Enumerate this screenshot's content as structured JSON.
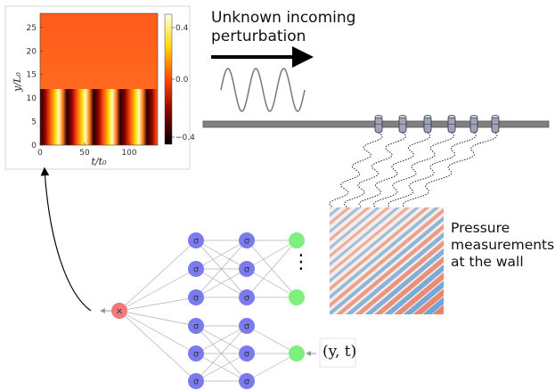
{
  "perturbation": {
    "line1": "Unknown incoming",
    "line2": "perturbation"
  },
  "pressure": {
    "line1": "Pressure",
    "line2": "measurements",
    "line3": "at the wall"
  },
  "network": {
    "output_symbol": "×",
    "hidden_symbol": "σ",
    "input_label": "(y, t)",
    "ellipsis": "⋮"
  },
  "heatmap": {
    "y_axis_label": "y/L₀",
    "x_axis_label": "t/t₀",
    "y_ticks": [
      "0",
      "5",
      "10",
      "15",
      "20",
      "25"
    ],
    "x_ticks": [
      "0",
      "50",
      "100"
    ],
    "colorbar_ticks": [
      "0.4",
      "0.0",
      "−0.4"
    ],
    "colormap": [
      "#000000",
      "#8b0000",
      "#ff4500",
      "#ffd700",
      "#ffffe0"
    ]
  },
  "colors": {
    "hidden_node": "#7b7bf0",
    "input_node": "#7ef07e",
    "output_node": "#f07a7a",
    "wall": "#808080",
    "sensor": "#9fa2bb",
    "pressure_red": "#e8765a",
    "pressure_blue": "#5b9bd5"
  }
}
